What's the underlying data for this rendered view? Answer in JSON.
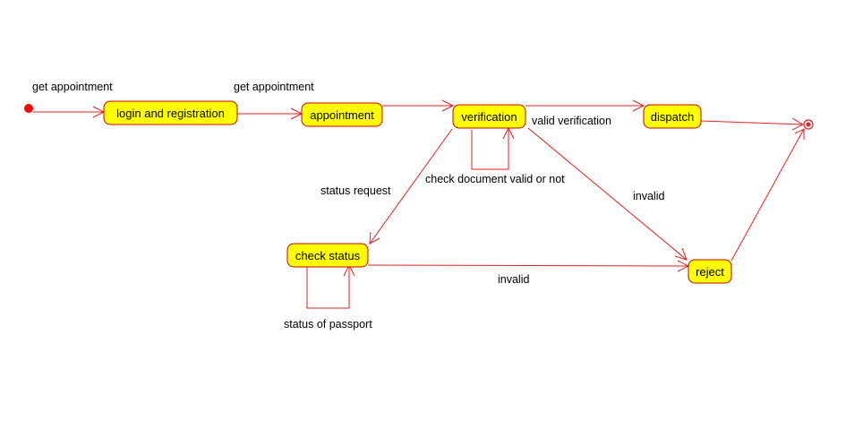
{
  "colors": {
    "state_fill": "#ffff00",
    "state_border": "#cc0000",
    "edge": "#e02020",
    "initial": "#ff0000"
  },
  "states": {
    "login": "login and registration",
    "appointment": "appointment",
    "verification": "verification",
    "dispatch": "dispatch",
    "check_status": "check status",
    "reject": "reject"
  },
  "transitions": {
    "start_to_login": "get appointment",
    "login_to_appointment": "get appointment",
    "verification_to_dispatch": "valid verification",
    "verification_self": "check document valid or not",
    "verification_to_check_status": "status request",
    "verification_to_reject": "invalid",
    "check_status_to_reject": "invalid",
    "check_status_self": "status of passport"
  }
}
